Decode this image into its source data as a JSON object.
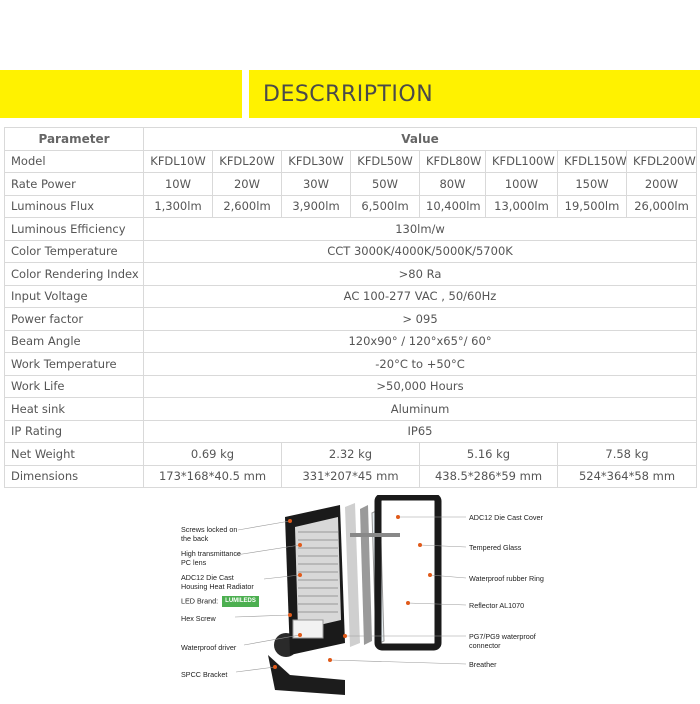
{
  "header": {
    "title": "DESCRRIPTION"
  },
  "table": {
    "header_param": "Parameter",
    "header_value": "Value",
    "models": {
      "label": "Model",
      "values": [
        "KFDL10W",
        "KFDL20W",
        "KFDL30W",
        "KFDL50W",
        "KFDL80W",
        "KFDL100W",
        "KFDL150W",
        "KFDL200W"
      ]
    },
    "power": {
      "label": "Rate Power",
      "values": [
        "10W",
        "20W",
        "30W",
        "50W",
        "80W",
        "100W",
        "150W",
        "200W"
      ]
    },
    "flux": {
      "label": "Luminous Flux",
      "values": [
        "1,300lm",
        "2,600lm",
        "3,900lm",
        "6,500lm",
        "10,400lm",
        "13,000lm",
        "19,500lm",
        "26,000lm"
      ]
    },
    "single_rows": [
      {
        "label": "Luminous Efficiency",
        "value": "130lm/w"
      },
      {
        "label": "Color Temperature",
        "value": "CCT  3000K/4000K/5000K/5700K"
      },
      {
        "label": "Color Rendering Index",
        "value": ">80 Ra"
      },
      {
        "label": "Input Voltage",
        "value": "AC 100-277 VAC , 50/60Hz"
      },
      {
        "label": "Power factor",
        "value": "> 095"
      },
      {
        "label": "Beam Angle",
        "value": "120x90° / 120°x65°/ 60°"
      },
      {
        "label": "Work Temperature",
        "value": "-20°C to +50°C"
      },
      {
        "label": "Work Life",
        "value": ">50,000 Hours"
      },
      {
        "label": "Heat sink",
        "value": "Aluminum"
      },
      {
        "label": "IP Rating",
        "value": "IP65"
      }
    ],
    "weight": {
      "label": "Net Weight",
      "values": [
        "0.69 kg",
        "2.32 kg",
        "5.16 kg",
        "7.58 kg"
      ]
    },
    "dimensions": {
      "label": "Dimensions",
      "values": [
        "173*168*40.5 mm",
        "331*207*45 mm",
        "438.5*286*59 mm",
        "524*364*58 mm"
      ]
    }
  },
  "diagram": {
    "left_labels": [
      "Screws locked on\nthe back",
      "High transmittance\nPC lens",
      "ADC12 Die Cast\nHousing Heat Radiator",
      "LED Brand:",
      "Hex Screw",
      "Waterproof driver",
      "SPCC Bracket"
    ],
    "led_brand_badge": "LUMILEDS",
    "right_labels": [
      "ADC12 Die Cast Cover",
      "Tempered Glass",
      "Waterproof rubber Ring",
      "Reflector AL1070",
      "PG7/PG9 waterproof\nconnector",
      "Breather"
    ]
  }
}
